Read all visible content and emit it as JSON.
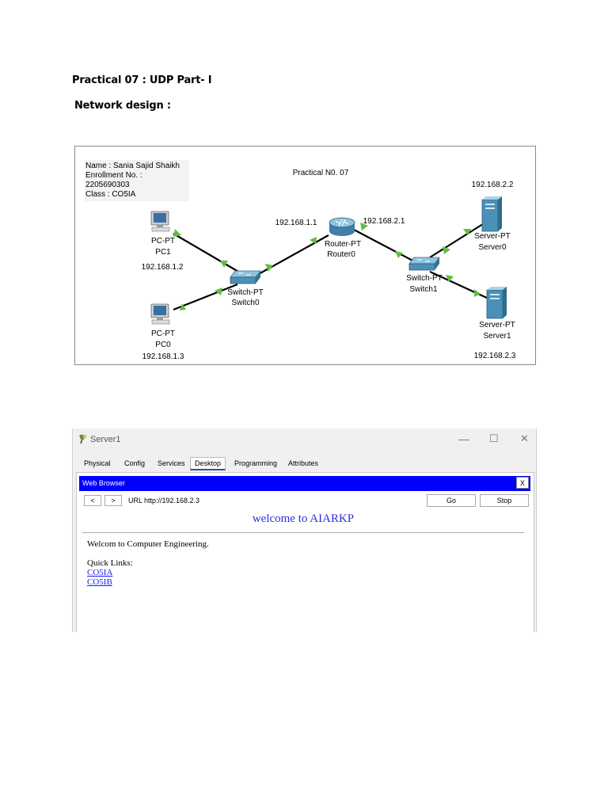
{
  "document": {
    "heading1": "Practical 07 : UDP Part- I",
    "heading2": "Network design :"
  },
  "network": {
    "info": {
      "name": "Name  : Sania Sajid Shaikh",
      "enrollment": "Enrollment No. : 2205690303",
      "class": "Class : CO5IA"
    },
    "title": "Practical N0. 07",
    "router": {
      "type": "Router-PT",
      "name": "Router0",
      "ip_left": "192.168.1.1",
      "ip_right": "192.168.2.1"
    },
    "switch0": {
      "type": "Switch-PT",
      "name": "Switch0"
    },
    "switch1": {
      "type": "Switch-PT",
      "name": "Switch1"
    },
    "pc1": {
      "type": "PC-PT",
      "name": "PC1",
      "ip": "192.168.1.2"
    },
    "pc0": {
      "type": "PC-PT",
      "name": "PC0",
      "ip": "192.168.1.3"
    },
    "server0": {
      "type": "Server-PT",
      "name": "Server0",
      "ip": "192.168.2.2"
    },
    "server1": {
      "type": "Server-PT",
      "name": "Server1",
      "ip": "192.168.2.3"
    },
    "colors": {
      "link": "#000000",
      "port_up": "#5fbf3f",
      "device": "#4a90b8"
    }
  },
  "window": {
    "title": "Server1",
    "controls": {
      "minimize": "—",
      "maximize": "☐",
      "close": "✕"
    },
    "tabs": [
      "Physical",
      "Config",
      "Services",
      "Desktop",
      "Programming",
      "Attributes"
    ],
    "active_tab": "Desktop",
    "browser": {
      "title": "Web Browser",
      "close_label": "X",
      "back_label": "<",
      "forward_label": ">",
      "url_label": "URL",
      "url_value": "http://192.168.2.3",
      "go_label": "Go",
      "stop_label": "Stop",
      "page": {
        "heading": "welcome to AIARKP",
        "text": "Welcom to Computer Engineering.",
        "quick_links_label": "Quick Links:",
        "links": [
          "CO5IA",
          "CO5IB"
        ]
      },
      "colors": {
        "title_bar": "#0000ff",
        "heading": "#2e2ee0",
        "link": "#1a1aee"
      }
    }
  }
}
